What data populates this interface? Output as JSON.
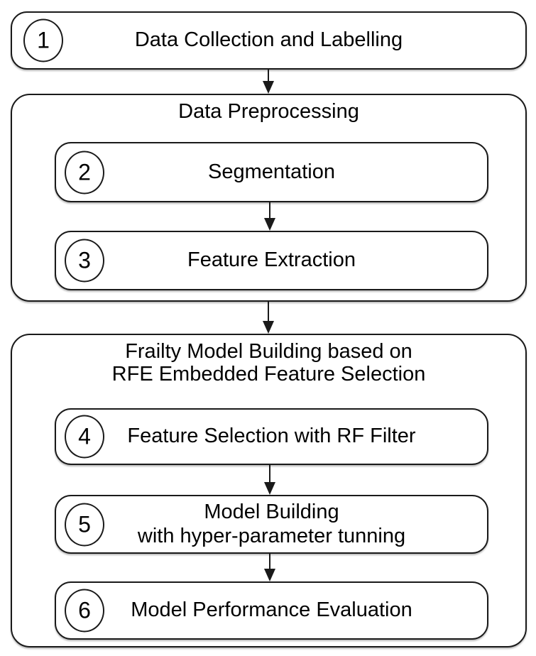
{
  "flowchart": {
    "colors": {
      "line": "#1a1a1a",
      "background": "#ffffff",
      "text": "#000000"
    },
    "steps": [
      {
        "number": "1",
        "label": "Data Collection and Labelling"
      },
      {
        "number": "2",
        "label": "Segmentation"
      },
      {
        "number": "3",
        "label": "Feature Extraction"
      },
      {
        "number": "4",
        "label": "Feature Selection with RF Filter"
      },
      {
        "number": "5",
        "label_line1": "Model Building",
        "label_line2": "with hyper-parameter tunning"
      },
      {
        "number": "6",
        "label": "Model Performance Evaluation"
      }
    ],
    "groups": [
      {
        "title": "Data Preprocessing"
      },
      {
        "title_line1": "Frailty Model Building based on",
        "title_line2": "RFE Embedded Feature Selection"
      }
    ]
  }
}
